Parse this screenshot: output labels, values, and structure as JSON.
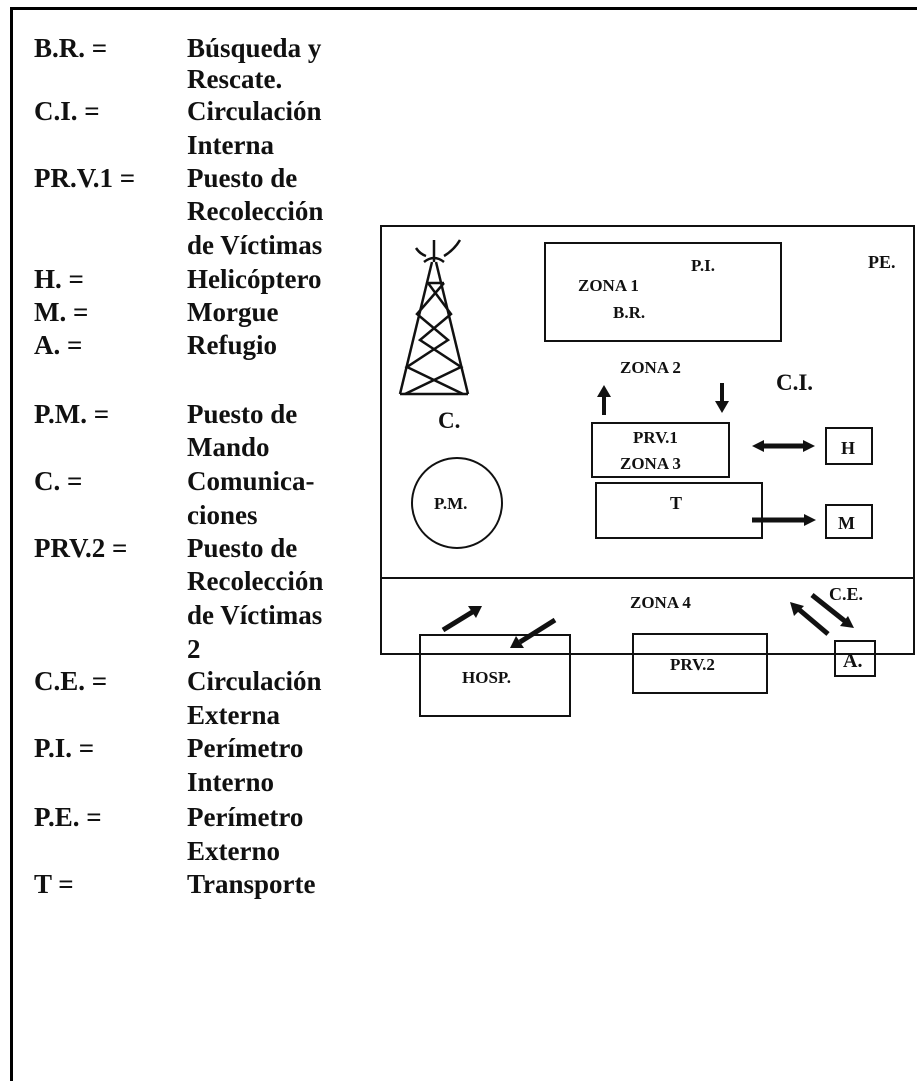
{
  "legend": {
    "entries": [
      {
        "code": "B.R. =",
        "desc": [
          "Búsqueda y",
          "Rescate."
        ]
      },
      {
        "code": "C.I. =",
        "desc": [
          "Circulación",
          "Interna"
        ]
      },
      {
        "code": "PR.V.1 =",
        "desc": [
          "Puesto de",
          "Recolección",
          "de Víctimas"
        ]
      },
      {
        "code": "H. =",
        "desc": [
          "Helicóptero"
        ]
      },
      {
        "code": "M. =",
        "desc": [
          "Morgue"
        ]
      },
      {
        "code": "A. =",
        "desc": [
          "Refugio"
        ]
      },
      {
        "code": "P.M. =",
        "desc": [
          "Puesto de",
          "Mando"
        ]
      },
      {
        "code": "C. =",
        "desc": [
          "Comunica-",
          "ciones"
        ]
      },
      {
        "code": "PRV.2 =",
        "desc": [
          "Puesto de",
          "Recolección",
          "de Víctimas",
          "2"
        ]
      },
      {
        "code": "C.E. =",
        "desc": [
          "Circulación",
          "Externa"
        ]
      },
      {
        "code": "P.I. =",
        "desc": [
          "Perímetro",
          "Interno"
        ]
      },
      {
        "code": "P.E. =",
        "desc": [
          "Perímetro",
          "Externo"
        ]
      },
      {
        "code": "T =",
        "desc": [
          "Transporte"
        ]
      }
    ]
  },
  "diagram": {
    "pe_label": "PE.",
    "pi_label": "P.I.",
    "zona1_label": "ZONA 1",
    "br_label": "B.R.",
    "zona2_label": "ZONA 2",
    "ci_label": "C.I.",
    "c_label": "C.",
    "prv1_label": "PRV.1",
    "zona3_label": "ZONA 3",
    "h_label": "H",
    "pm_label": "P.M.",
    "t_label": "T",
    "m_label": "M",
    "zona4_label": "ZONA 4",
    "ce_label": "C.E.",
    "hosp_label": "HOSP.",
    "prv2_label": "PRV.2",
    "a_label": "A."
  }
}
